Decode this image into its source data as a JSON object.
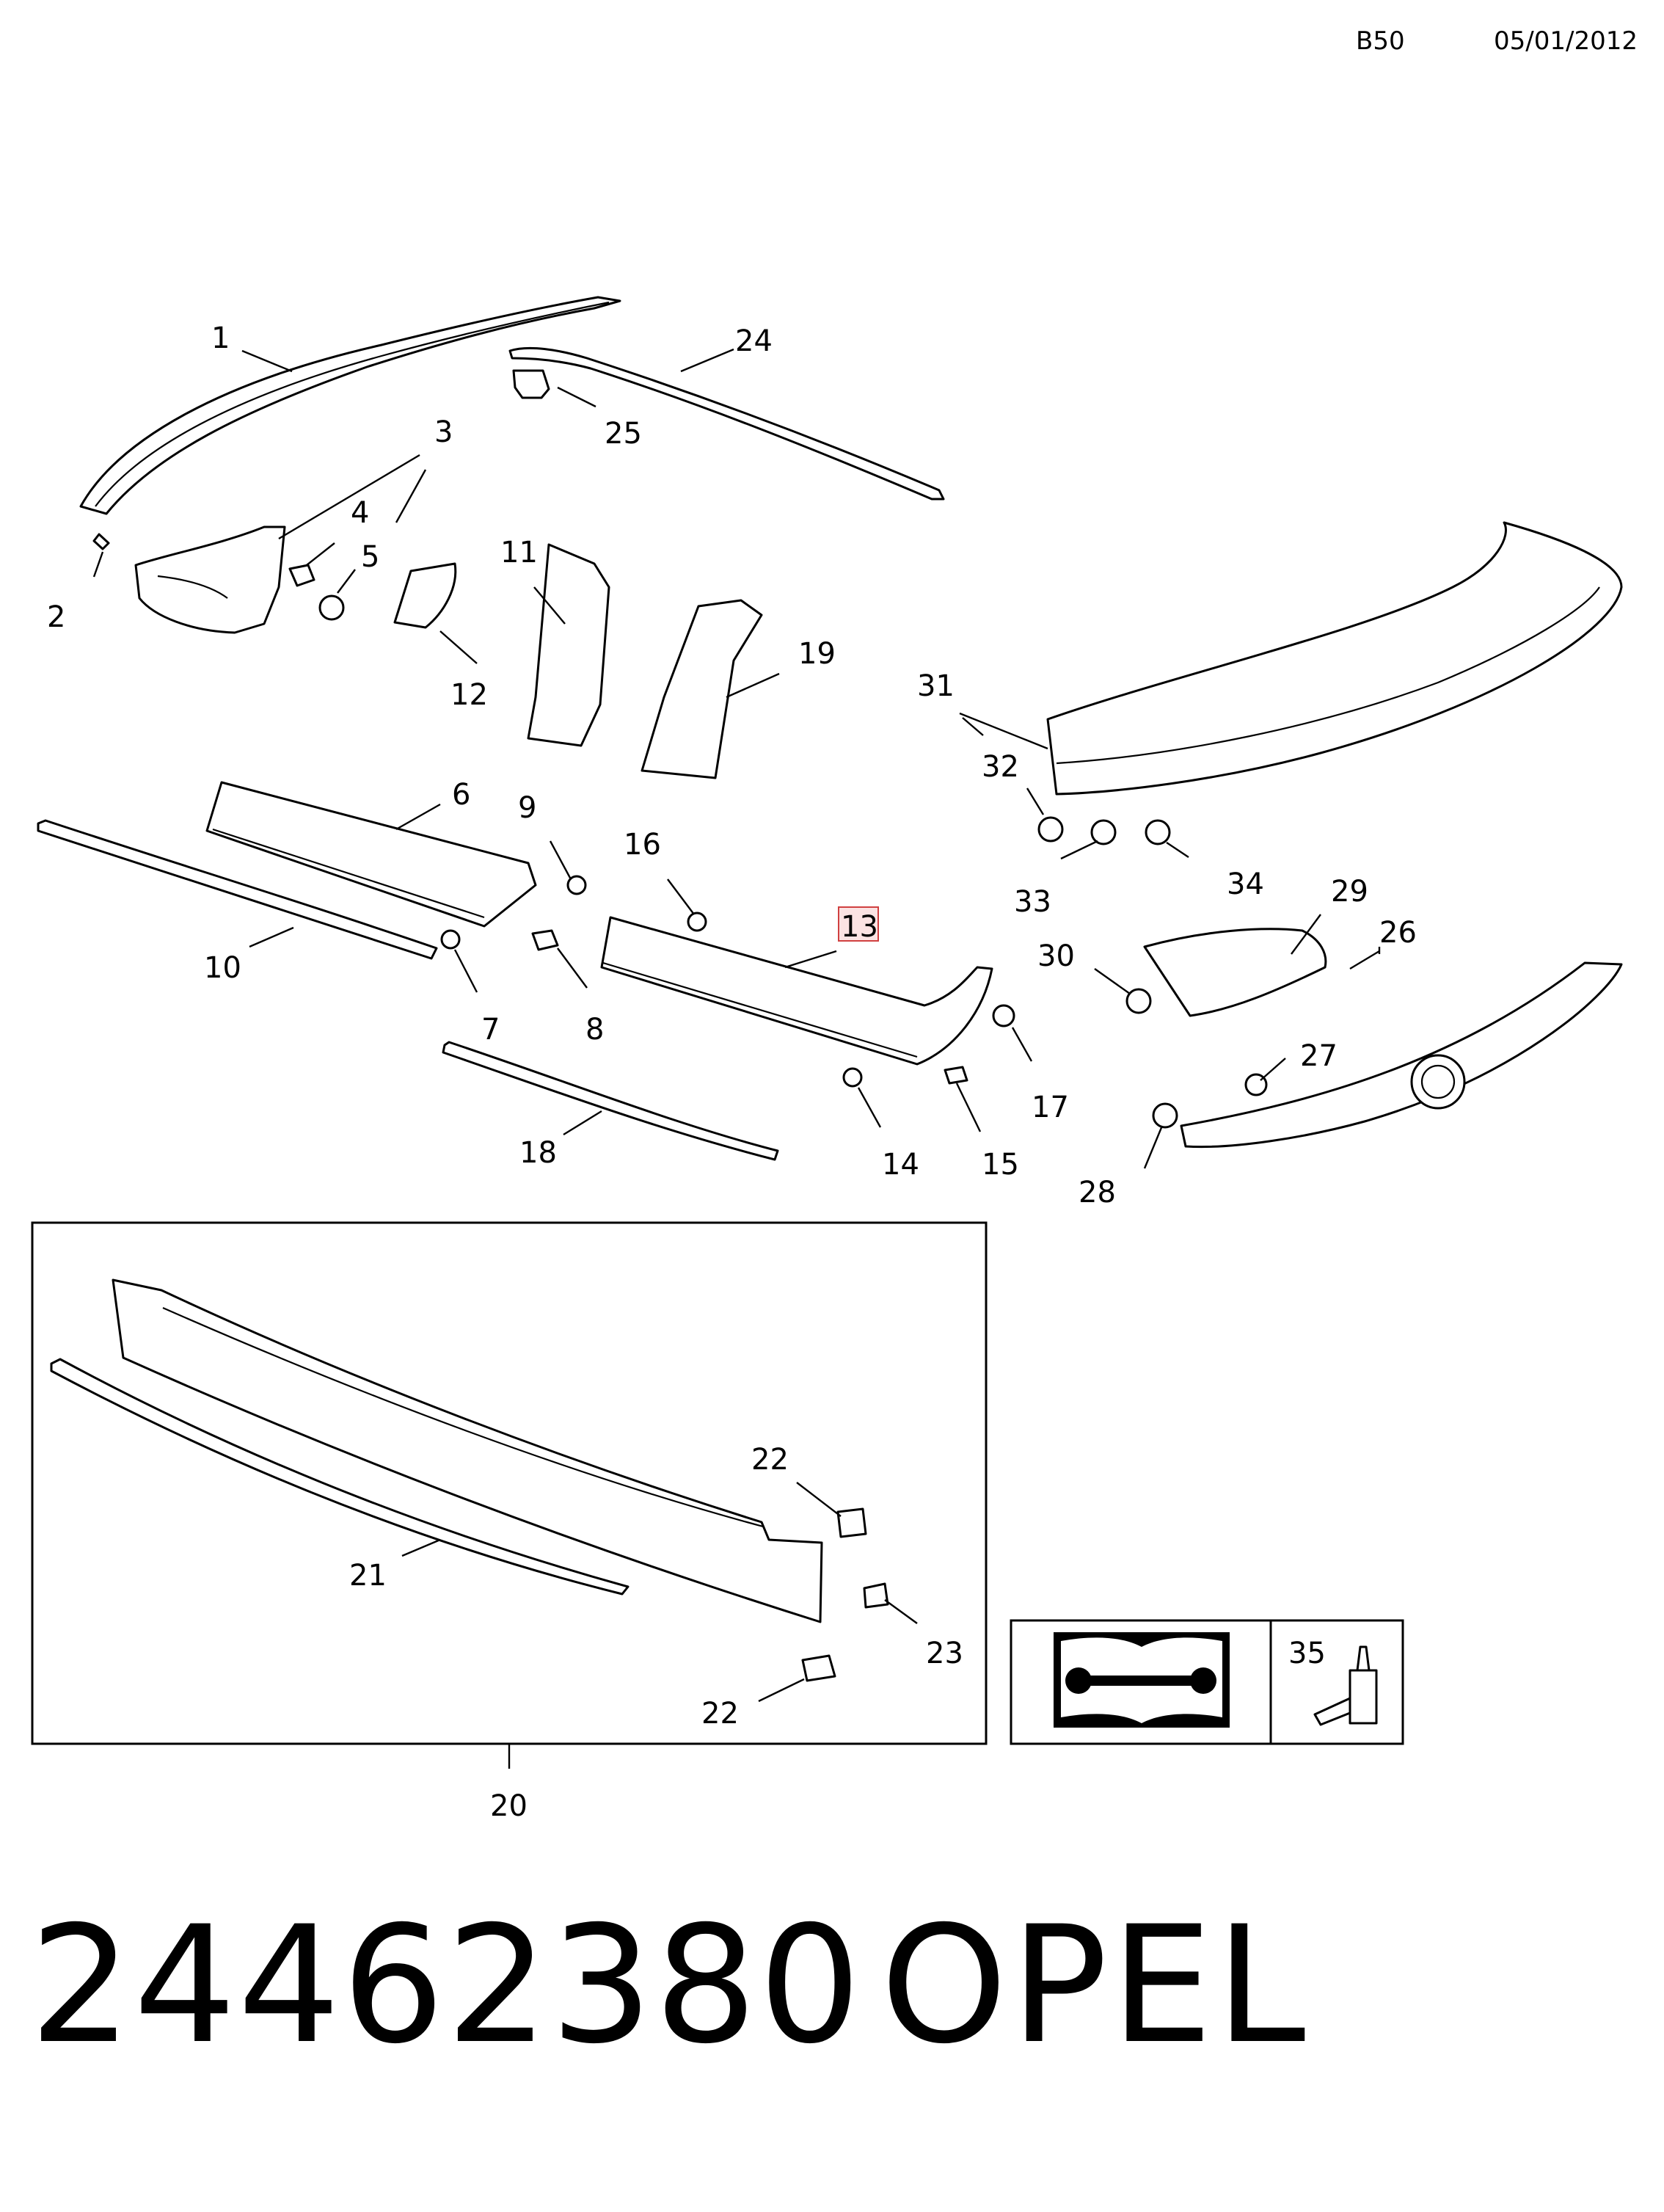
{
  "header": {
    "code": "B50",
    "date": "05/01/2012"
  },
  "callouts": [
    "1",
    "2",
    "3",
    "4",
    "5",
    "6",
    "7",
    "8",
    "9",
    "10",
    "11",
    "12",
    "13",
    "14",
    "15",
    "16",
    "17",
    "18",
    "19",
    "20",
    "21",
    "22",
    "22",
    "23",
    "24",
    "25",
    "26",
    "27",
    "28",
    "29",
    "30",
    "31",
    "32",
    "33",
    "34",
    "35"
  ],
  "highlighted_callout": "13",
  "footer": {
    "part_number": "24462380",
    "brand": "OPEL"
  },
  "icons": [
    "manual-wrench-icon",
    "adhesive-bottle-icon"
  ],
  "colors": {
    "line": "#000000",
    "highlight_border": "#d04040",
    "highlight_fill": "#fbe3e3"
  }
}
